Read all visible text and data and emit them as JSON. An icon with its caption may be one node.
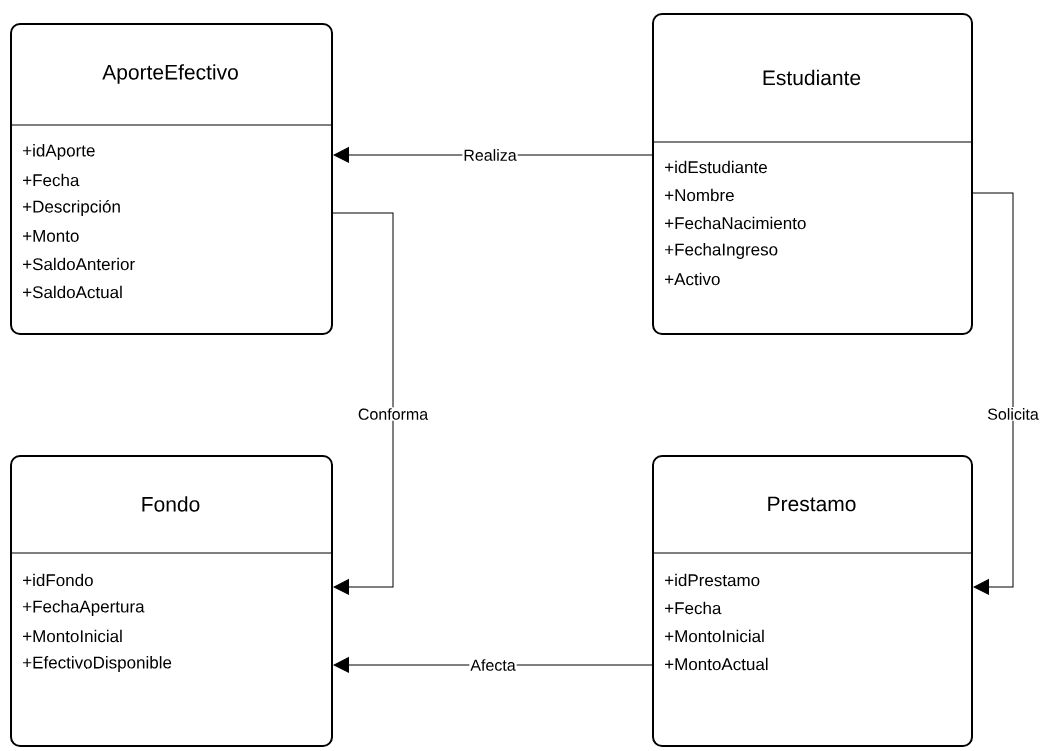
{
  "diagram": {
    "nodes": [
      {
        "text": [
          "AporteEfectivo",
          "+idAporte",
          "+Fecha",
          "+Descripción",
          "+Monto",
          "+SaldoAnterior",
          "+SaldoActual"
        ]
      },
      {
        "text": [
          "Estudiante",
          "+idEstudiante",
          "+Nombre",
          "+FechaNacimiento",
          "+FechaIngreso",
          "+Activo"
        ]
      },
      {
        "text": [
          "Fondo",
          "+idFondo",
          "+FechaApertura",
          "+MontoInicial",
          "+EfectivoDisponible"
        ]
      },
      {
        "text": [
          "Prestamo",
          "+idPrestamo",
          "+Fecha",
          "+MontoInicial",
          "+MontoActual"
        ]
      }
    ],
    "edges": [
      {
        "from": 1,
        "to": 0,
        "arrow": "to",
        "label": "Realiza"
      },
      {
        "from": 0,
        "to": 2,
        "arrow": "to",
        "label": "Conforma"
      },
      {
        "from": 1,
        "to": 3,
        "arrow": "to",
        "label": "Solicita"
      },
      {
        "from": 3,
        "to": 2,
        "arrow": "to",
        "label": "Afecta"
      }
    ]
  }
}
